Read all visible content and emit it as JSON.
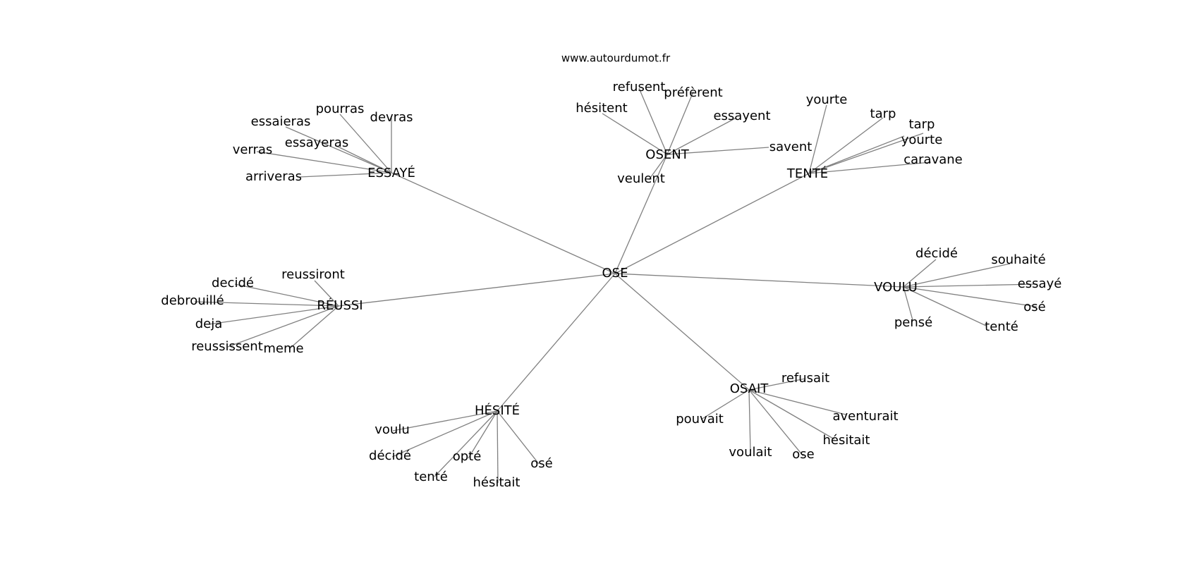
{
  "watermark": "www.autourdumot.fr",
  "graph": {
    "center": "OSE",
    "clusters": [
      {
        "hub": "ESSAYÉ",
        "leaves": [
          "pourras",
          "devras",
          "essaieras",
          "essayeras",
          "verras",
          "arriveras"
        ]
      },
      {
        "hub": "OSENT",
        "leaves": [
          "refusent",
          "préfèrent",
          "hésitent",
          "essayent",
          "savent",
          "veulent"
        ]
      },
      {
        "hub": "TENTÉ",
        "leaves": [
          "yourte",
          "tarp",
          "tarp",
          "yourte",
          "caravane"
        ]
      },
      {
        "hub": "VOULU",
        "leaves": [
          "décidé",
          "souhaité",
          "essayé",
          "osé",
          "tenté",
          "pensé"
        ]
      },
      {
        "hub": "OSAIT",
        "leaves": [
          "refusait",
          "pouvait",
          "aventurait",
          "hésitait",
          "ose",
          "voulait"
        ]
      },
      {
        "hub": "HÉSITÉ",
        "leaves": [
          "voulu",
          "décidé",
          "opté",
          "osé",
          "tenté",
          "hésitait"
        ]
      },
      {
        "hub": "RÉUSSI",
        "leaves": [
          "reussiront",
          "decidé",
          "debrouillé",
          "deja",
          "reussissent",
          "meme"
        ]
      }
    ]
  }
}
